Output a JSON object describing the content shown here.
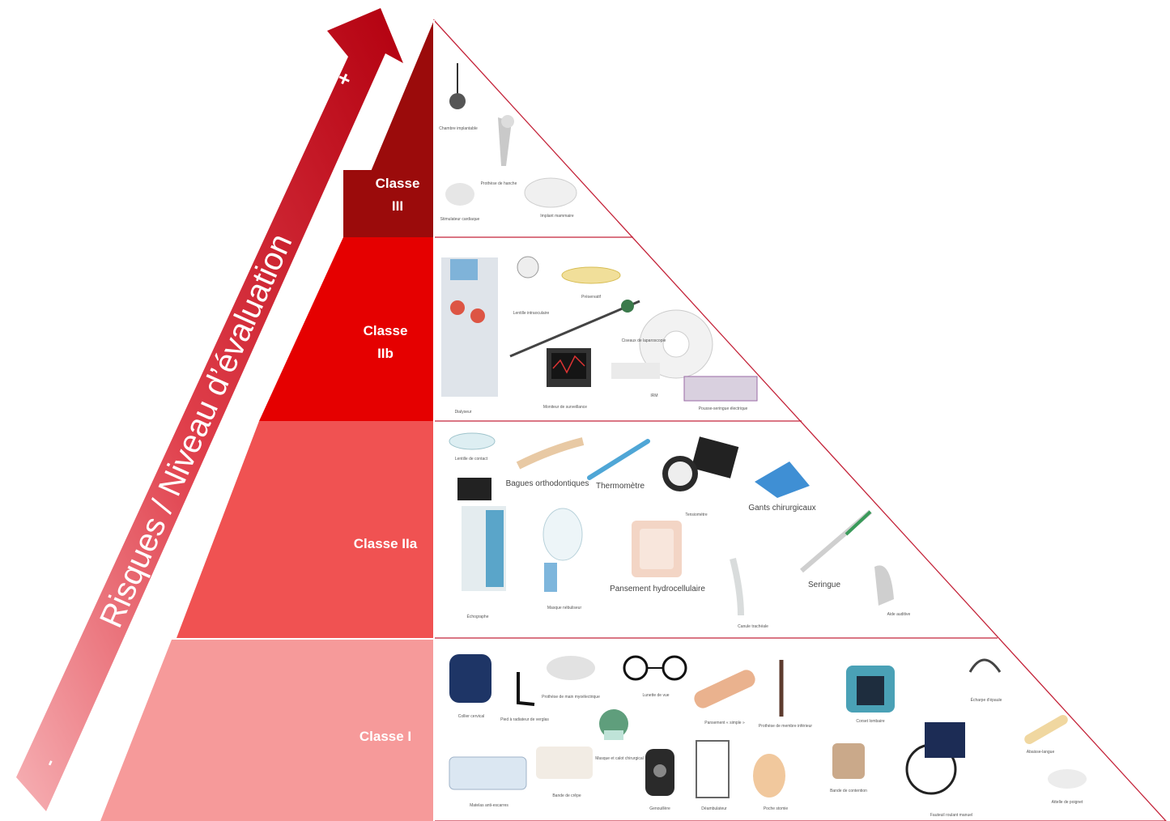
{
  "axis": {
    "title": "Risques / Niveau d’évaluation",
    "plus": "+",
    "minus": "-"
  },
  "classes": {
    "iii": {
      "line1": "Classe",
      "line2": "III",
      "color": "#9b0b0b"
    },
    "iib": {
      "line1": "Classe",
      "line2": "IIb",
      "color": "#e50000"
    },
    "iia": {
      "label": "Classe IIa",
      "color": "#f05252"
    },
    "i": {
      "label": "Classe I",
      "color": "#f69a9a"
    }
  },
  "devices": {
    "iii": [
      "Chambre implantable",
      "Prothèse de hanche",
      "Stimulateur cardiaque",
      "Implant mammaire"
    ],
    "iib": [
      "Dialyseur",
      "Lentille intraoculaire",
      "Préservatif",
      "Ciseaux de laparoscopie",
      "Moniteur de surveillance",
      "IRM",
      "Pousse-seringue électrique"
    ],
    "iia": [
      "Lentille de contact",
      "Bagues orthodontiques",
      "Thermomètre",
      "Tensiomètre",
      "Gants chirurgicaux",
      "Échographe",
      "Masque nébuliseur",
      "Pansement hydrocellulaire",
      "Canule trachéale",
      "Seringue",
      "Aide auditive"
    ],
    "i": [
      "Collier cervical",
      "Pied à radiateur de verglas",
      "Prothèse de main myoélectrique",
      "Lunette de vue",
      "Pansement « simple »",
      "Prothèse de membre inférieur",
      "Corset lombaire",
      "Écharpe d'épaule",
      "Masque et calot chirurgical",
      "Matelas anti-escarres",
      "Bande de crêpe",
      "Genouillère",
      "Déambulateur",
      "Poche stomie",
      "Bande de contention",
      "Fauteuil roulant manuel",
      "Abaisse-langue",
      "Attelle de poignet"
    ]
  },
  "colors": {
    "arrow_dark": "#b3000f",
    "arrow_light": "#f4a3a8",
    "border": "#c4243a"
  }
}
